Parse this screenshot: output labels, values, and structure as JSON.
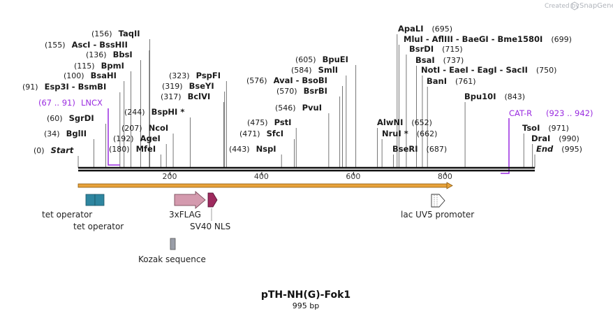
{
  "credit": "Created by",
  "brand": "SnapGene",
  "plasmid_name": "pTH-NH(G)-Fok1",
  "plasmid_length": "995 bp",
  "axis_ticks": [
    "200",
    "400",
    "600",
    "800"
  ],
  "sites": [
    {
      "name": "Start",
      "pos": "(0)",
      "bp": 0,
      "italic": true
    },
    {
      "name": "BglII",
      "pos": "(34)",
      "bp": 34
    },
    {
      "name": "SgrDI",
      "pos": "(60)",
      "bp": 60
    },
    {
      "name": "Esp3I - BsmBI",
      "pos": "(91)",
      "bp": 91
    },
    {
      "name": "BsaHI",
      "pos": "(100)",
      "bp": 100
    },
    {
      "name": "BpmI",
      "pos": "(115)",
      "bp": 115
    },
    {
      "name": "BbsI",
      "pos": "(136)",
      "bp": 136
    },
    {
      "name": "AscI - BssHII",
      "pos": "(155)",
      "bp": 155
    },
    {
      "name": "TaqII",
      "pos": "(156)",
      "bp": 156
    },
    {
      "name": "MfeI",
      "pos": "(180)",
      "bp": 180
    },
    {
      "name": "AgeI",
      "pos": "(192)",
      "bp": 192
    },
    {
      "name": "NcoI",
      "pos": "(207)",
      "bp": 207
    },
    {
      "name": "BspHI *",
      "pos": "(244)",
      "bp": 244
    },
    {
      "name": "BclVI",
      "pos": "(317)",
      "bp": 317
    },
    {
      "name": "BseYI",
      "pos": "(319)",
      "bp": 319
    },
    {
      "name": "PspFI",
      "pos": "(323)",
      "bp": 323
    },
    {
      "name": "NspI",
      "pos": "(443)",
      "bp": 443
    },
    {
      "name": "SfcI",
      "pos": "(471)",
      "bp": 471
    },
    {
      "name": "PstI",
      "pos": "(475)",
      "bp": 475
    },
    {
      "name": "PvuI",
      "pos": "(546)",
      "bp": 546
    },
    {
      "name": "BsrBI",
      "pos": "(570)",
      "bp": 570
    },
    {
      "name": "AvaI - BsoBI",
      "pos": "(576)",
      "bp": 576
    },
    {
      "name": "SmlI",
      "pos": "(584)",
      "bp": 584
    },
    {
      "name": "BpuEI",
      "pos": "(605)",
      "bp": 605
    },
    {
      "name": "AlwNI",
      "pos": "(652)",
      "bp": 652
    },
    {
      "name": "NruI *",
      "pos": "(662)",
      "bp": 662
    },
    {
      "name": "BseRI",
      "pos": "(687)",
      "bp": 687
    },
    {
      "name": "ApaLI",
      "pos": "(695)",
      "bp": 695
    },
    {
      "name": "MluI - AflIII - BaeGI - Bme1580I",
      "pos": "(699)",
      "bp": 699
    },
    {
      "name": "BsrDI",
      "pos": "(715)",
      "bp": 715
    },
    {
      "name": "BsaI",
      "pos": "(737)",
      "bp": 737
    },
    {
      "name": "NotI - EaeI - EagI - SacII",
      "pos": "(750)",
      "bp": 750
    },
    {
      "name": "BanI",
      "pos": "(761)",
      "bp": 761
    },
    {
      "name": "Bpu10I",
      "pos": "(843)",
      "bp": 843
    },
    {
      "name": "TsoI",
      "pos": "(971)",
      "bp": 971
    },
    {
      "name": "DraI",
      "pos": "(990)",
      "bp": 990
    },
    {
      "name": "End",
      "pos": "(995)",
      "bp": 995,
      "italic": true
    }
  ],
  "primers": [
    {
      "name": "LNCX",
      "range": "(67 .. 91)"
    },
    {
      "name": "CAT-R",
      "range": "(923 .. 942)"
    }
  ],
  "features": [
    {
      "name": "tet operator",
      "color": "#2e86a0"
    },
    {
      "name": "tet operator",
      "color": "#2e86a0"
    },
    {
      "name": "3xFLAG",
      "color": "#d49aae"
    },
    {
      "name": "SV40 NLS",
      "color": "#9e2a5e"
    },
    {
      "name": "Kozak sequence",
      "color": "#9a9ea8"
    },
    {
      "name": "lac UV5 promoter",
      "color": "#ffffff"
    }
  ],
  "colors": {
    "primer": "#9a2ce0",
    "orf": "#e8a23a",
    "backbone": "#111111"
  }
}
